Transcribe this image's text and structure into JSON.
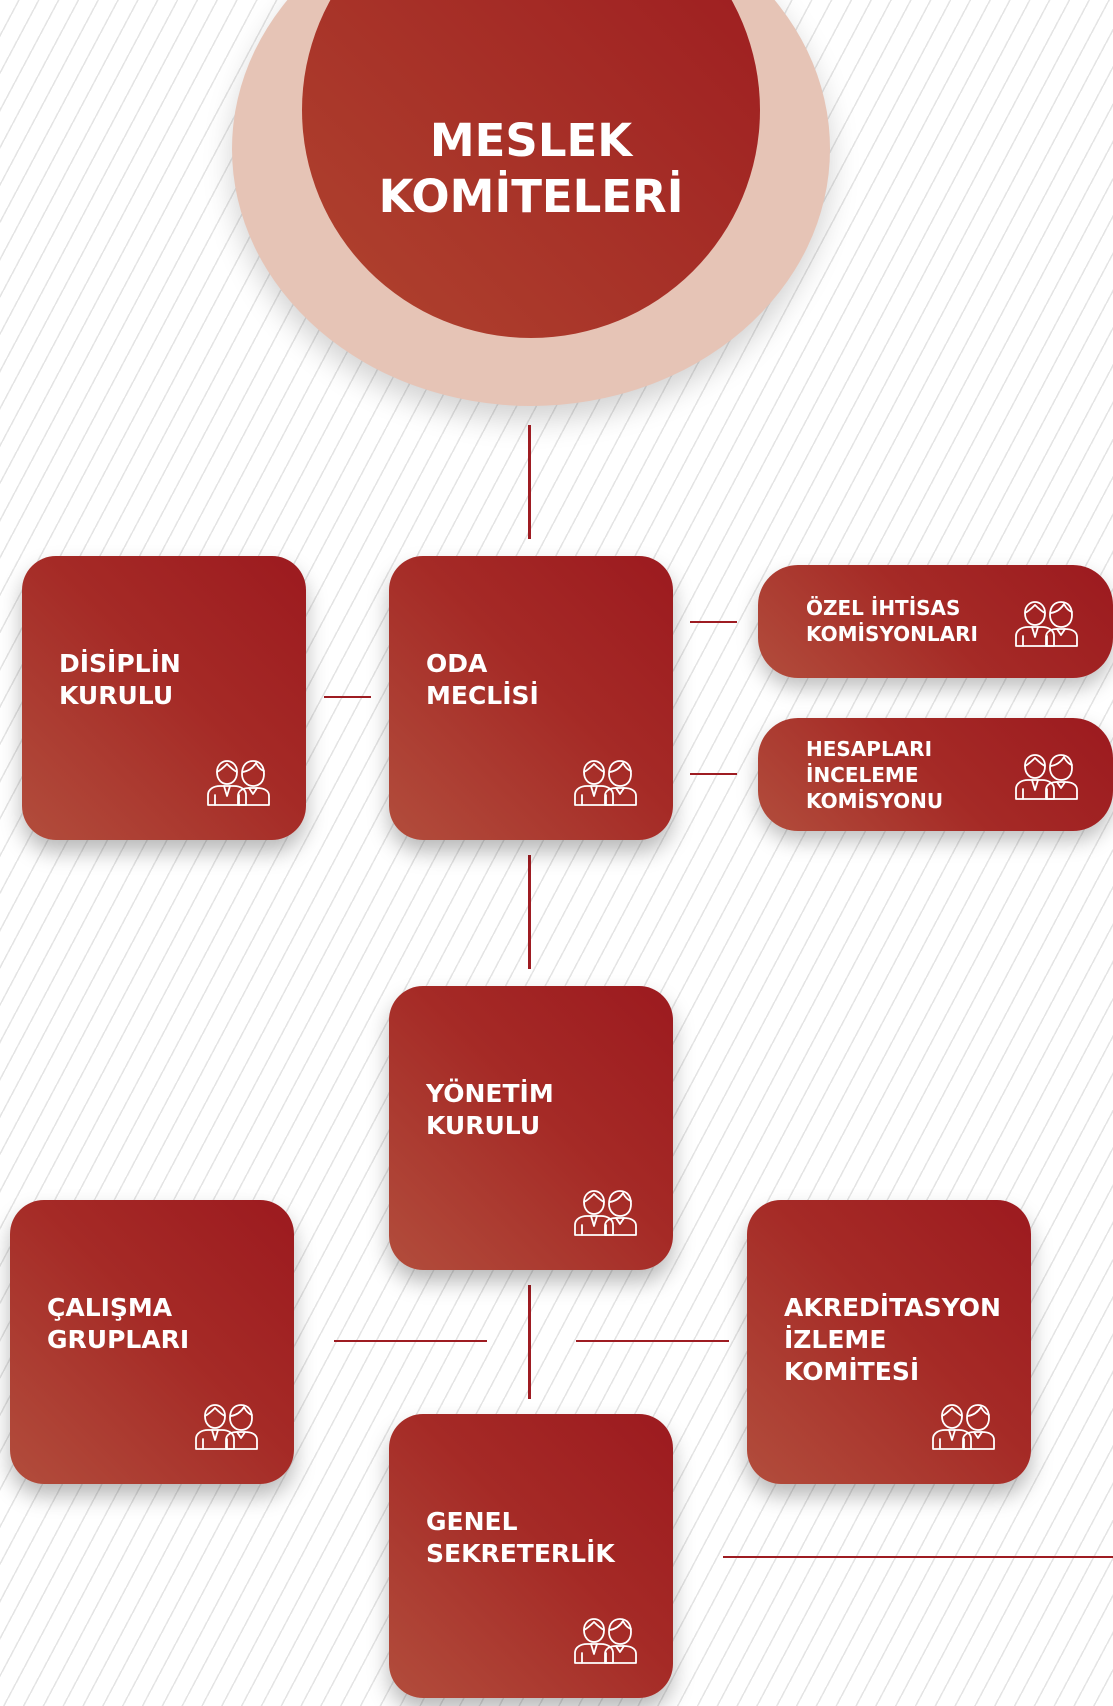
{
  "header": {
    "title": "MESLEK\nKOMİTELERİ"
  },
  "nodes": {
    "disiplin": {
      "label": "DİSİPLİN\nKURULU",
      "icon": "people-icon"
    },
    "oda": {
      "label": "ODA\nMECLİSİ",
      "icon": "people-icon"
    },
    "ozel": {
      "label": "ÖZEL İHTİSAS\nKOMİSYONLARI",
      "icon": "people-icon"
    },
    "hesaplari": {
      "label": "HESAPLARI\nİNCELEME\nKOMİSYONU",
      "icon": "people-icon"
    },
    "yonetim": {
      "label": "YÖNETİM\nKURULU",
      "icon": "people-icon"
    },
    "calisma": {
      "label": "ÇALIŞMA\nGRUPLARI",
      "icon": "people-icon"
    },
    "akreditasyon": {
      "label": "AKREDİTASYON\nİZLEME\nKOMİTESİ",
      "icon": "people-icon"
    },
    "genel": {
      "label": "GENEL\nSEKRETERLİK",
      "icon": "people-icon"
    }
  },
  "colors": {
    "primary": "#9c1a1f",
    "primary_light": "#b24d3c",
    "circle_ring": "#e6c4b6",
    "connector": "#9e1c22",
    "text": "#ffffff"
  }
}
